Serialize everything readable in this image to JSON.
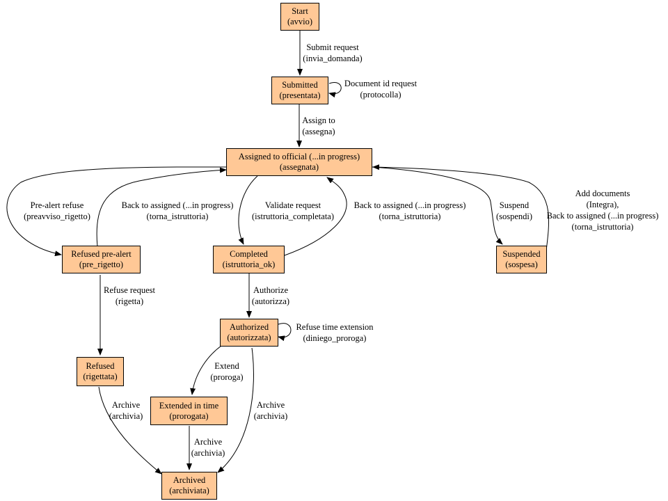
{
  "nodes": {
    "start": {
      "label": "Start",
      "code": "(avvio)"
    },
    "submitted": {
      "label": "Submitted",
      "code": "(presentata)"
    },
    "assigned": {
      "label": "Assigned to official (...in progress)",
      "code": "(assegnata)"
    },
    "refused_pre": {
      "label": "Refused pre-alert",
      "code": "(pre_rigetto)"
    },
    "completed": {
      "label": "Completed",
      "code": "(istruttoria_ok)"
    },
    "suspended": {
      "label": "Suspended",
      "code": "(sospesa)"
    },
    "authorized": {
      "label": "Authorized",
      "code": "(autorizzata)"
    },
    "refused": {
      "label": "Refused",
      "code": "(rigettata)"
    },
    "extended": {
      "label": "Extended in time",
      "code": "(prorogata)"
    },
    "archived": {
      "label": "Archived",
      "code": "(archiviata)"
    }
  },
  "edges": {
    "submit_request": {
      "label": "Submit request",
      "code": "(invia_domanda)"
    },
    "document_id_request": {
      "label": "Document id request",
      "code": "(protocolla)"
    },
    "assign_to": {
      "label": "Assign to",
      "code": "(assegna)"
    },
    "pre_alert_refuse": {
      "label": "Pre-alert refuse",
      "code": "(preavviso_rigetto)"
    },
    "back_from_refused_pre": {
      "label": "Back to assigned (...in progress)",
      "code": "(torna_istruttoria)"
    },
    "validate_request": {
      "label": "Validate request",
      "code": "(istruttoria_completata)"
    },
    "back_from_completed": {
      "label": "Back to assigned (...in progress)",
      "code": "(torna_istruttoria)"
    },
    "suspend": {
      "label": "Suspend",
      "code": "(sospendi)"
    },
    "back_from_suspended": {
      "line1": "Add documents",
      "line2": "(Integra),",
      "line3": "Back to assigned (...in progress)",
      "line4": "(torna_istruttoria)"
    },
    "refuse_request": {
      "label": "Refuse request",
      "code": "(rigetta)"
    },
    "authorize": {
      "label": "Authorize",
      "code": "(autorizza)"
    },
    "refuse_time_extension": {
      "label": "Refuse time extension",
      "code": "(diniego_proroga)"
    },
    "extend": {
      "label": "Extend",
      "code": "(proroga)"
    },
    "archive_refused": {
      "label": "Archive",
      "code": "(archivia)"
    },
    "archive_extended": {
      "label": "Archive",
      "code": "(archivia)"
    },
    "archive_authorized": {
      "label": "Archive",
      "code": "(archivia)"
    }
  }
}
